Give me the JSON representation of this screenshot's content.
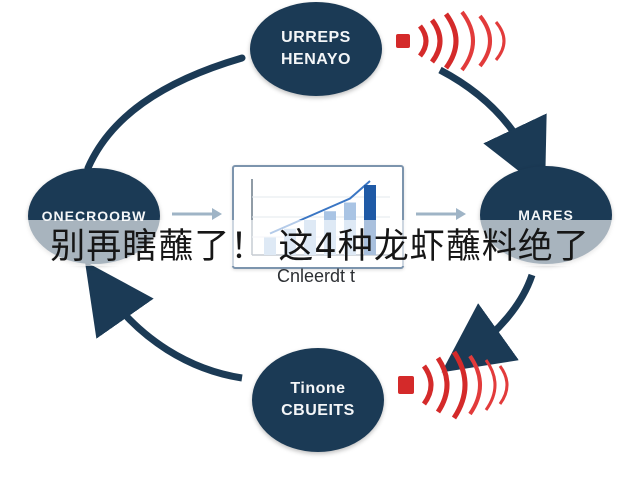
{
  "nodes": {
    "top": [
      "URREPS",
      "HENAYO"
    ],
    "left": [
      "ONECROOBW"
    ],
    "right": [
      "MARES"
    ],
    "bottom": [
      "Tinone",
      "CBUEITS"
    ]
  },
  "center": {
    "chart_label": "Cnleerdt t",
    "chart_data": {
      "type": "bar",
      "values": [
        2,
        3,
        4,
        5,
        6,
        8
      ]
    }
  },
  "overlay_caption": "别再瞎蘸了！ 这4种龙虾蘸料绝了",
  "colors": {
    "node_fill": "#1b3a55",
    "arrow": "#1b3a55",
    "signal": "#d42a2a",
    "signal_inner": "#e23b3b"
  }
}
